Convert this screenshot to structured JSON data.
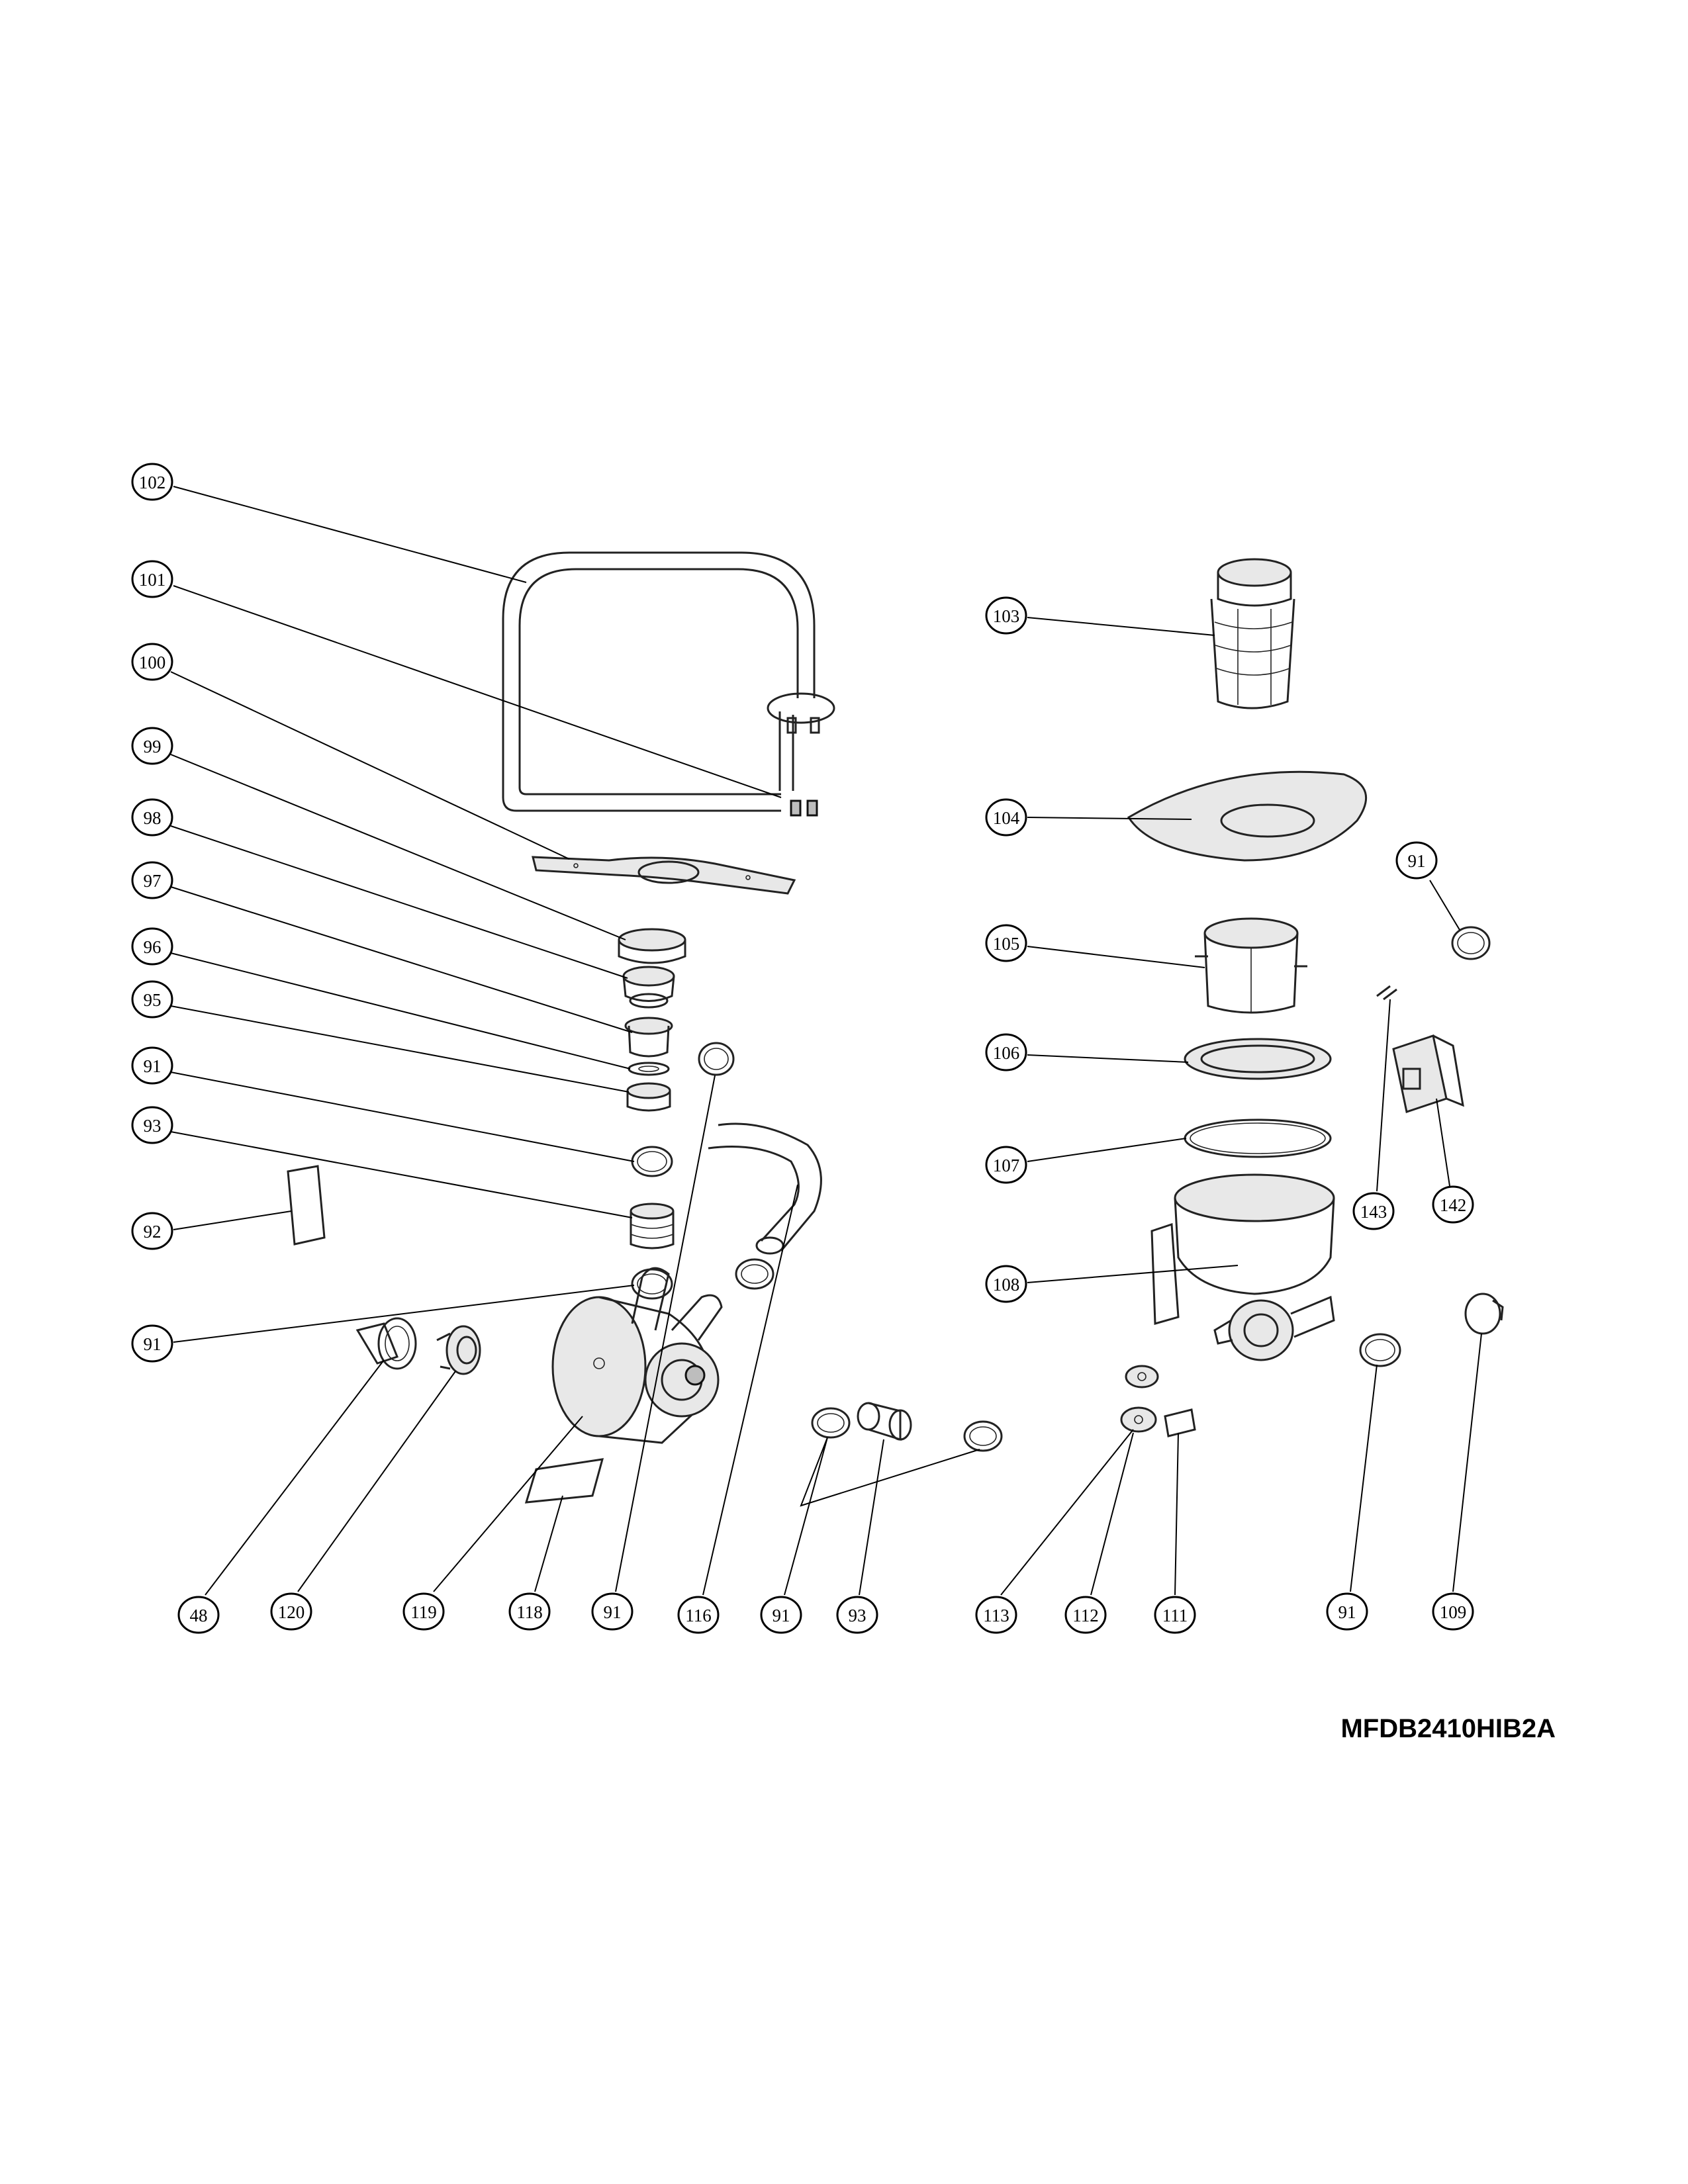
{
  "model_label": "MFDB2410HIB2A",
  "callouts": [
    {
      "label": "102"
    },
    {
      "label": "101"
    },
    {
      "label": "100"
    },
    {
      "label": "99"
    },
    {
      "label": "98"
    },
    {
      "label": "97"
    },
    {
      "label": "96"
    },
    {
      "label": "95"
    },
    {
      "label": "91"
    },
    {
      "label": "93"
    },
    {
      "label": "92"
    },
    {
      "label": "91"
    },
    {
      "label": "103"
    },
    {
      "label": "104"
    },
    {
      "label": "91"
    },
    {
      "label": "105"
    },
    {
      "label": "106"
    },
    {
      "label": "107"
    },
    {
      "label": "143"
    },
    {
      "label": "142"
    },
    {
      "label": "108"
    },
    {
      "label": "109"
    },
    {
      "label": "91"
    },
    {
      "label": "48"
    },
    {
      "label": "120"
    },
    {
      "label": "119"
    },
    {
      "label": "118"
    },
    {
      "label": "91"
    },
    {
      "label": "116"
    },
    {
      "label": "91"
    },
    {
      "label": "93"
    },
    {
      "label": "113"
    },
    {
      "label": "112"
    },
    {
      "label": "111"
    }
  ]
}
